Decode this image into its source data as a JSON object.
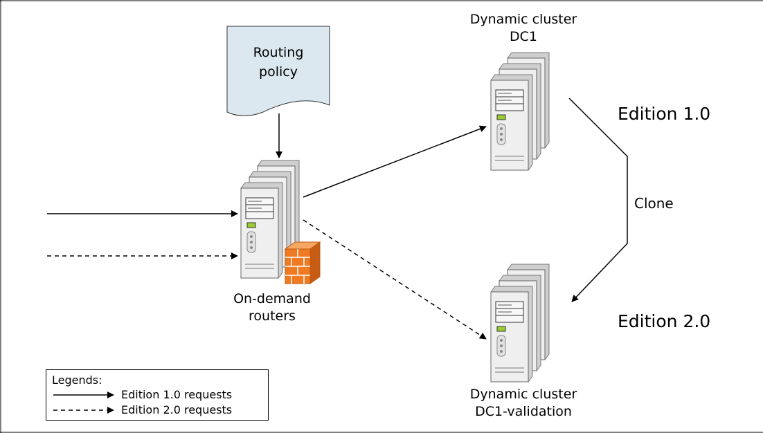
{
  "routing_policy": {
    "line1": "Routing",
    "line2": "policy"
  },
  "routers": {
    "line1": "On-demand",
    "line2": "routers"
  },
  "dc1": {
    "line1": "Dynamic cluster",
    "line2": "DC1"
  },
  "dc1_validation": {
    "line1": "Dynamic cluster",
    "line2": "DC1-validation"
  },
  "edition_1": "Edition 1.0",
  "edition_2": "Edition 2.0",
  "clone": "Clone",
  "legend": {
    "title": "Legends:",
    "solid_label": "Edition 1.0 requests",
    "dashed_label": "Edition 2.0 requests"
  },
  "colors": {
    "document_fill": "#dbe8ef",
    "firewall": "#f07a22",
    "server_body": "#ececec",
    "led": "#9acd32"
  }
}
